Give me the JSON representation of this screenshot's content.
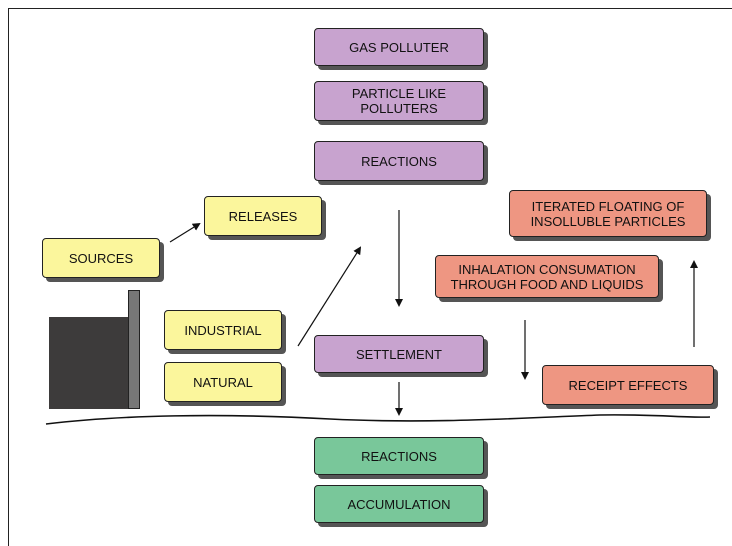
{
  "boxes": {
    "gas_polluter": "GAS POLLUTER",
    "particle_polluters_1": "PARTICLE LIKE",
    "particle_polluters_2": "POLLUTERS",
    "reactions_top": "REACTIONS",
    "releases": "RELEASES",
    "sources": "SOURCES",
    "industrial": "INDUSTRIAL",
    "natural": "NATURAL",
    "settlement": "SETTLEMENT",
    "iterated_floating_1": "ITERATED FLOATING OF",
    "iterated_floating_2": "INSOLLUBLE PARTICLES",
    "inhalation_1": "INHALATION CONSUMATION",
    "inhalation_2": "THROUGH FOOD AND LIQUIDS",
    "receipt_effects": "RECEIPT EFFECTS",
    "reactions_bottom": "REACTIONS",
    "accumulation": "ACCUMULATION"
  },
  "colors": {
    "purple": "#c8a3cf",
    "yellow": "#fbf69c",
    "salmon": "#ee9682",
    "green": "#79c79a",
    "factory": "#3d3b3b",
    "chimney": "#777777"
  }
}
